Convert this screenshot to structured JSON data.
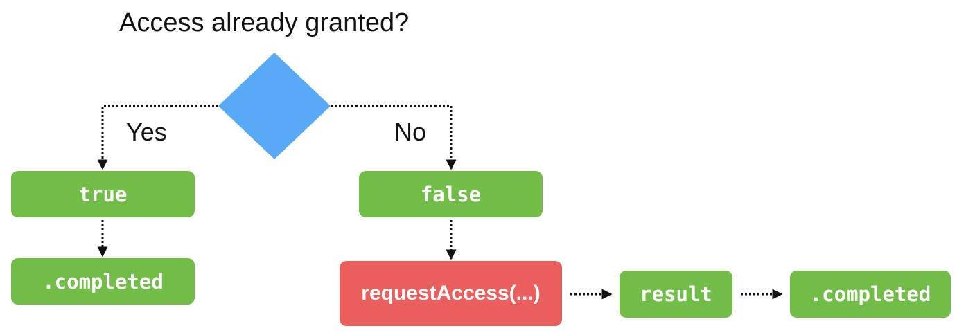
{
  "question": "Access already granted?",
  "branches": {
    "yes": "Yes",
    "no": "No"
  },
  "nodes": {
    "true": "true",
    "true_completed": ".completed",
    "false": "false",
    "request_access": "requestAccess(...)",
    "result": "result",
    "false_completed": ".completed"
  },
  "colors": {
    "diamond": "#58A9F6",
    "green": "#72BD47",
    "red": "#EB5E5E",
    "connector": "#111111"
  }
}
